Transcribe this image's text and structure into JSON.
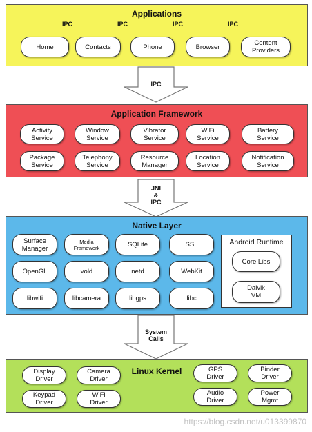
{
  "applications": {
    "title": "Applications",
    "ipc_label": "IPC",
    "nodes": [
      "Home",
      "Contacts",
      "Phone",
      "Browser",
      "Content\nProviders"
    ]
  },
  "arrow1": {
    "label": "IPC"
  },
  "framework": {
    "title": "Application Framework",
    "nodes": [
      "Activity\nService",
      "Window\nService",
      "Vibrator\nService",
      "WiFi\nService",
      "Battery\nService",
      "Package\nService",
      "Telephony\nService",
      "Resource\nManager",
      "Location\nService",
      "Notification\nService"
    ]
  },
  "arrow2": {
    "label": "JNI\n&\nIPC"
  },
  "native": {
    "title": "Native Layer",
    "nodes": [
      "Surface\nManager",
      "Media\nFramework",
      "SQLite",
      "SSL",
      "OpenGL",
      "vold",
      "netd",
      "WebKit",
      "libwifi",
      "libcamera",
      "libgps",
      "libc"
    ],
    "runtime": {
      "title": "Android Runtime",
      "nodes": [
        "Core Libs",
        "Dalvik\nVM"
      ]
    }
  },
  "arrow3": {
    "label": "System\nCalls"
  },
  "kernel": {
    "title": "Linux Kernel",
    "nodes": [
      "Display\nDriver",
      "Camera\nDriver",
      "GPS\nDriver",
      "Binder\nDriver",
      "Keypad\nDriver",
      "WiFi\nDriver",
      "Audio\nDriver",
      "Power\nMgmt"
    ]
  },
  "watermark": "https://blog.csdn.net/u013399870",
  "colors": {
    "applications": "#f6f45a",
    "framework": "#ef4f55",
    "native": "#5cb8ea",
    "kernel": "#b3e05a"
  }
}
